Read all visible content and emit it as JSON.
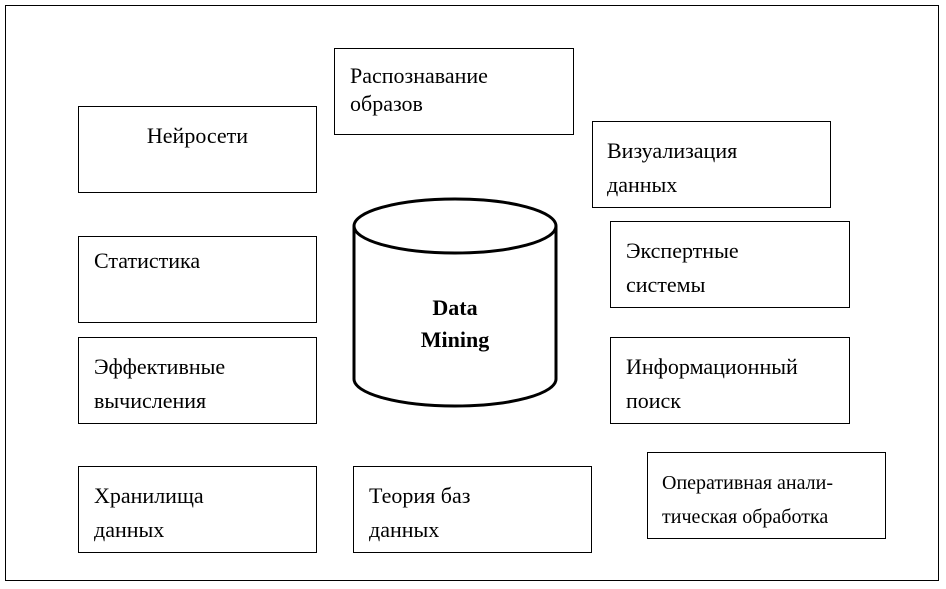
{
  "center": {
    "line1": "Data",
    "line2": "Mining"
  },
  "boxes": {
    "pattern_recognition": {
      "line1": "Распознавание",
      "line2": "образов"
    },
    "neural_networks": {
      "line1": "Нейросети"
    },
    "visualization": {
      "line1": "Визуализация",
      "line2": "данных"
    },
    "statistics": {
      "line1": "Статистика"
    },
    "expert_systems": {
      "line1": "Экспертные",
      "line2": "системы"
    },
    "efficient_computing": {
      "line1": "Эффективные",
      "line2": "вычисления"
    },
    "information_retrieval": {
      "line1": "Информационный",
      "line2": "поиск"
    },
    "data_warehouses": {
      "line1": "Хранилища",
      "line2": "данных"
    },
    "database_theory": {
      "line1": "Теория баз",
      "line2": "данных"
    },
    "olap": {
      "line1": "Оперативная анали-",
      "line2": "тическая обработка"
    }
  }
}
